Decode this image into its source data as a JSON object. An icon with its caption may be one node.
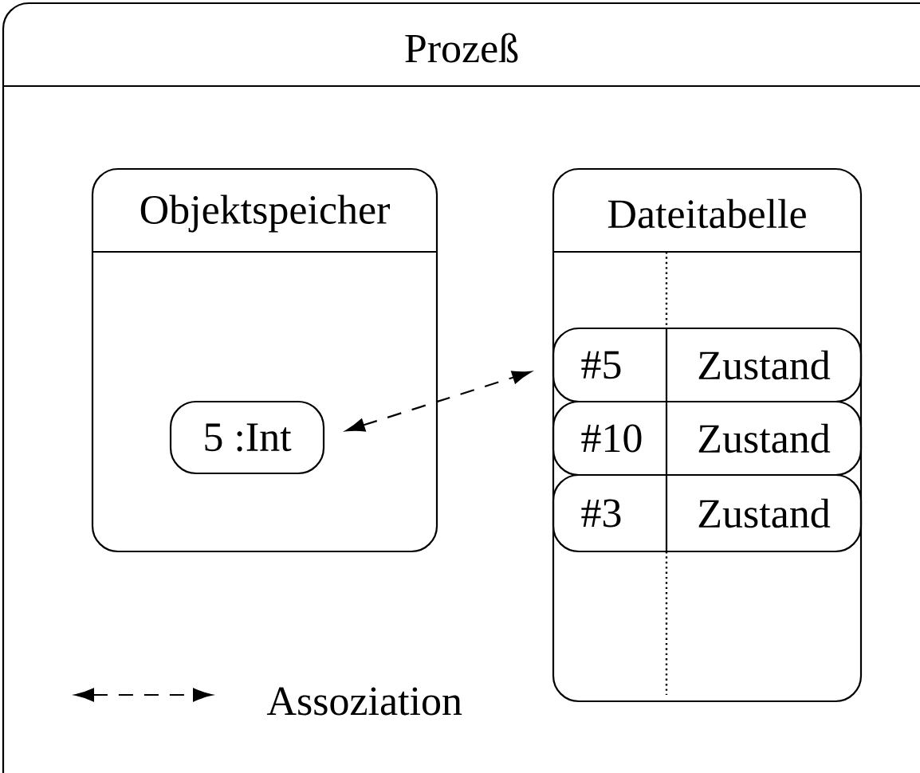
{
  "diagram": {
    "nodes": [
      {
        "text": [
          "Prozeß"
        ]
      },
      {
        "text": [
          "Objektspeicher"
        ],
        "in": 0
      },
      {
        "text": [
          "5 :Int"
        ],
        "in": 1
      },
      {
        "text": [
          "Dateitabelle"
        ],
        "in": 0
      },
      {
        "text": [
          "#5",
          "Zustand"
        ],
        "in": 3
      },
      {
        "text": [
          "#10",
          "Zustand"
        ],
        "in": 3
      },
      {
        "text": [
          "#3",
          "Zustand"
        ],
        "in": 3
      }
    ],
    "edges": [
      {
        "from": 2,
        "to": 4,
        "arrow": "both",
        "style": "dashed"
      }
    ],
    "legend": [
      {
        "text": "Assoziation"
      }
    ]
  }
}
